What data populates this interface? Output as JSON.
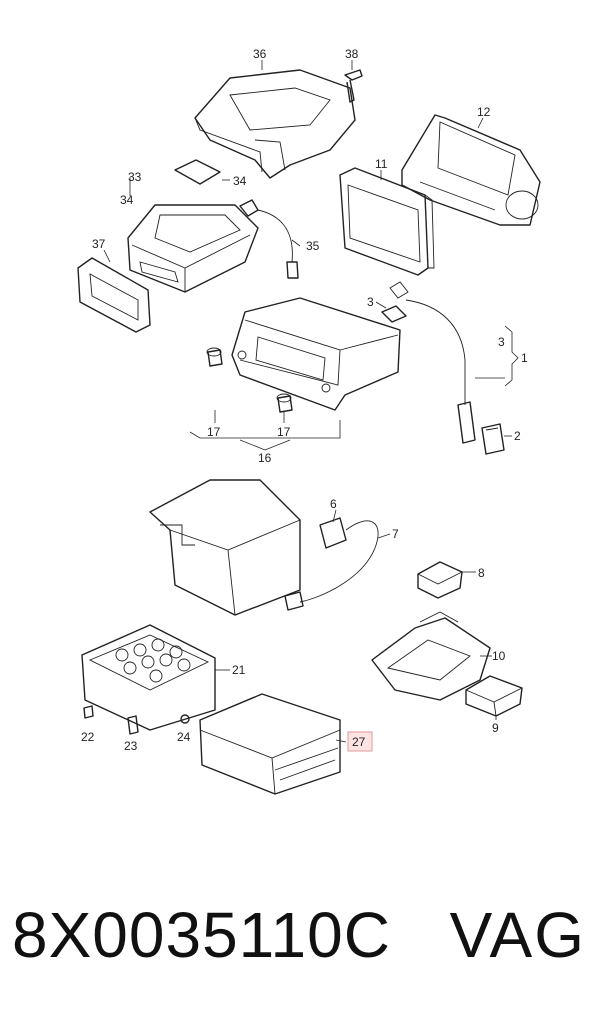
{
  "diagram": {
    "labels": {
      "l1": "1",
      "l2": "2",
      "l3a": "3",
      "l3b": "3",
      "l6": "6",
      "l7": "7",
      "l8": "8",
      "l9": "9",
      "l10": "10",
      "l11": "11",
      "l12": "12",
      "l16": "16",
      "l17a": "17",
      "l17b": "17",
      "l21": "21",
      "l22": "22",
      "l23": "23",
      "l24": "24",
      "l27": "27",
      "l33": "33",
      "l34a": "34",
      "l34b": "34",
      "l35": "35",
      "l36": "36",
      "l37": "37",
      "l38": "38"
    },
    "highlighted_label": "27",
    "highlight_color": "#fde4e4"
  },
  "footer": {
    "part_number": "8X0035110C",
    "brand": "VAG"
  }
}
